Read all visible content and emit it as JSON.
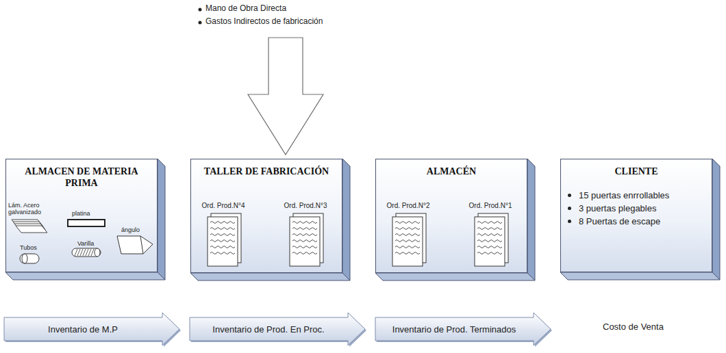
{
  "diagram": {
    "nodes": [
      {
        "text": [
          "ALMACEN DE MATERIA PRIMA"
        ]
      },
      {
        "text": [
          "TALLER DE FABRICACIÓN"
        ]
      },
      {
        "text": [
          "Ord. Prod.N°4"
        ],
        "in": 1
      },
      {
        "text": [
          "Ord. Prod.N°3"
        ],
        "in": 1
      },
      {
        "text": [
          "ALMACÉN"
        ]
      },
      {
        "text": [
          "Ord. Prod.N°2"
        ],
        "in": 4
      },
      {
        "text": [
          "Ord. Prod.N°1"
        ],
        "in": 4
      },
      {
        "text": [
          "CLIENTE",
          "15 puertas enrrollables",
          "3 puertas plegables",
          "8 Puertas de escape"
        ]
      },
      {
        "text": [
          "Inventario de M.P"
        ]
      },
      {
        "text": [
          "Inventario de Prod. En Proc."
        ]
      },
      {
        "text": [
          "Inventario de Prod. Terminados"
        ]
      }
    ],
    "labels": [
      "Mano de Obra Directa",
      "Gastos Indirectos de fabricación",
      "Lám. Acero galvanizado",
      "platina",
      "Varilla",
      "ángulo",
      "Tubos",
      "Costo de Venta"
    ]
  }
}
